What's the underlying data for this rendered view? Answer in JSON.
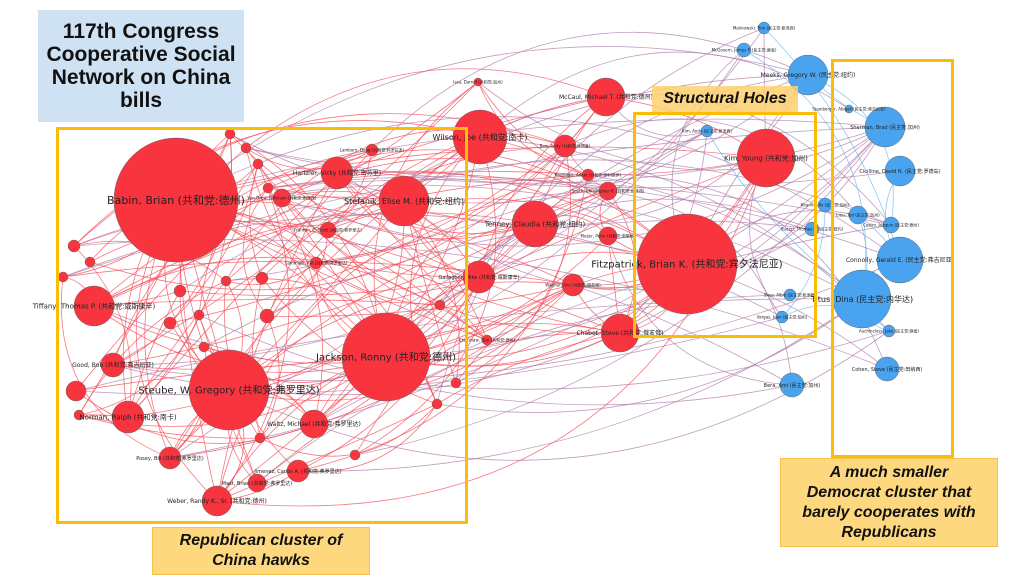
{
  "title": "117th Congress Cooperative Social Network on China bills",
  "annotations": {
    "structural_holes": "Structural Holes",
    "republican_cluster": "Republican cluster of China hawks",
    "democrat_cluster": "A much smaller Democrat cluster that barely cooperates with Republicans"
  },
  "colors": {
    "republican": "#f8343f",
    "democrat": "#4aa3ef",
    "rep_edge": "#f44a55",
    "dem_edge": "#6ab6f2",
    "cross_edge": "#b07aa8",
    "frame": "#fbbc05",
    "note_fill": "#fdd87e",
    "title_fill": "#cfe2f3"
  },
  "nodes": [
    {
      "label": "Babin, Brian (共和党:德州)",
      "party": "R"
    },
    {
      "label": "Stefanik, Elise M. (共和党:纽约)",
      "party": "R"
    },
    {
      "label": "Hartzler, Vicky (共和党:密苏里)",
      "party": "R"
    },
    {
      "label": "Wilson, Joe (共和党:南卡)",
      "party": "R"
    },
    {
      "label": "Tiffany, Thomas P. (共和党:威斯康辛)",
      "party": "R"
    },
    {
      "label": "Steube, W. Gregory (共和党:弗罗里达)",
      "party": "R"
    },
    {
      "label": "Jackson, Ronny (共和党:德州)",
      "party": "R"
    },
    {
      "label": "Good, Bob (共和党:弗吉尼亚)",
      "party": "R"
    },
    {
      "label": "Norman, Ralph (共和党:南卡)",
      "party": "R"
    },
    {
      "label": "Waltz, Michael (共和党:弗罗里达)",
      "party": "R"
    },
    {
      "label": "Posey, Bill (共和党:弗罗里达)",
      "party": "R"
    },
    {
      "label": "Weber, Randy K., Sr. (共和党:德州)",
      "party": "R"
    },
    {
      "label": "Jimenez, Carlos A. (共和党:弗罗里达)",
      "party": "R"
    },
    {
      "label": "Mast, Brian (共和党:弗罗里达)",
      "party": "R"
    },
    {
      "label": "Tenney, Claudia (共和党:纽约)",
      "party": "R"
    },
    {
      "label": "McCaul, Michael T. (共和党:德州)",
      "party": "R"
    },
    {
      "label": "Gallagher, Mike (共和党:威斯康辛)",
      "party": "R"
    },
    {
      "label": "Chabot, Steve (共和党:俄亥俄)",
      "party": "R"
    },
    {
      "label": "Fitzpatrick, Brian K. (共和党:宾夕法尼亚)",
      "party": "R"
    },
    {
      "label": "Kim, Young (共和党:加州)",
      "party": "R"
    },
    {
      "label": "Barr, Andy (共和党:肯塔基)",
      "party": "R"
    },
    {
      "label": "Kinzinger, Adam (共和党:伊利诺伊)",
      "party": "R"
    },
    {
      "label": "Smith, Christopher H. (共和党:新泽西)",
      "party": "R"
    },
    {
      "label": "Meijer, Peter (共和党:密歇根)",
      "party": "R"
    },
    {
      "label": "Wagner, Ann (共和党:密苏里)",
      "party": "R"
    },
    {
      "label": "Issa, Darrell (共和党:加州)",
      "party": "R"
    },
    {
      "label": "Van Drew, Jefferson (共和党:新泽西)",
      "party": "R"
    },
    {
      "label": "Franklin, C. Scott (共和党:弗罗里达)",
      "party": "R"
    },
    {
      "label": "Cammack, Kat (共和党:弗罗里达)",
      "party": "R"
    },
    {
      "label": "Lamborn, Doug (共和党:科罗拉多)",
      "party": "R"
    },
    {
      "label": "Crenshaw, Dan (共和党:德州)",
      "party": "R"
    },
    {
      "label": "Meeks, Gregory W. (民主党:纽约)",
      "party": "D"
    },
    {
      "label": "Sherman, Brad (民主党:加州)",
      "party": "D"
    },
    {
      "label": "Cicilline, David N. (民主党:罗德岛)",
      "party": "D"
    },
    {
      "label": "Connolly, Gerald E. (民主党:弗吉尼亚)",
      "party": "D"
    },
    {
      "label": "Titus, Dina (民主党:内华达)",
      "party": "D"
    },
    {
      "label": "Cohen, Steve (民主党:田纳西)",
      "party": "D"
    },
    {
      "label": "Bera, Ami (民主党:加州)",
      "party": "D"
    },
    {
      "label": "Castro, Joaquin (民主党:德州)",
      "party": "D"
    },
    {
      "label": "Lieu, Ted (民主党:加州)",
      "party": "D"
    },
    {
      "label": "Khanna, Ro (民主党:加州)",
      "party": "D"
    },
    {
      "label": "Malinowski, Tom (民主党:新泽西)",
      "party": "D"
    },
    {
      "label": "McGovern, James P. (民主党:麻省)",
      "party": "D"
    },
    {
      "label": "Kim, Andy (民主党:新泽西)",
      "party": "D"
    },
    {
      "label": "Spanberger, Abigail (民主党:弗吉尼亚)",
      "party": "D"
    },
    {
      "label": "Sires, Albio (民主党:新泽西)",
      "party": "D"
    },
    {
      "label": "Vargas, Juan (民主党:加州)",
      "party": "D"
    },
    {
      "label": "Suozzi, Thomas R. (民主党:纽约)",
      "party": "D"
    },
    {
      "label": "Auchincloss, Jake (民主党:麻省)",
      "party": "D"
    }
  ]
}
